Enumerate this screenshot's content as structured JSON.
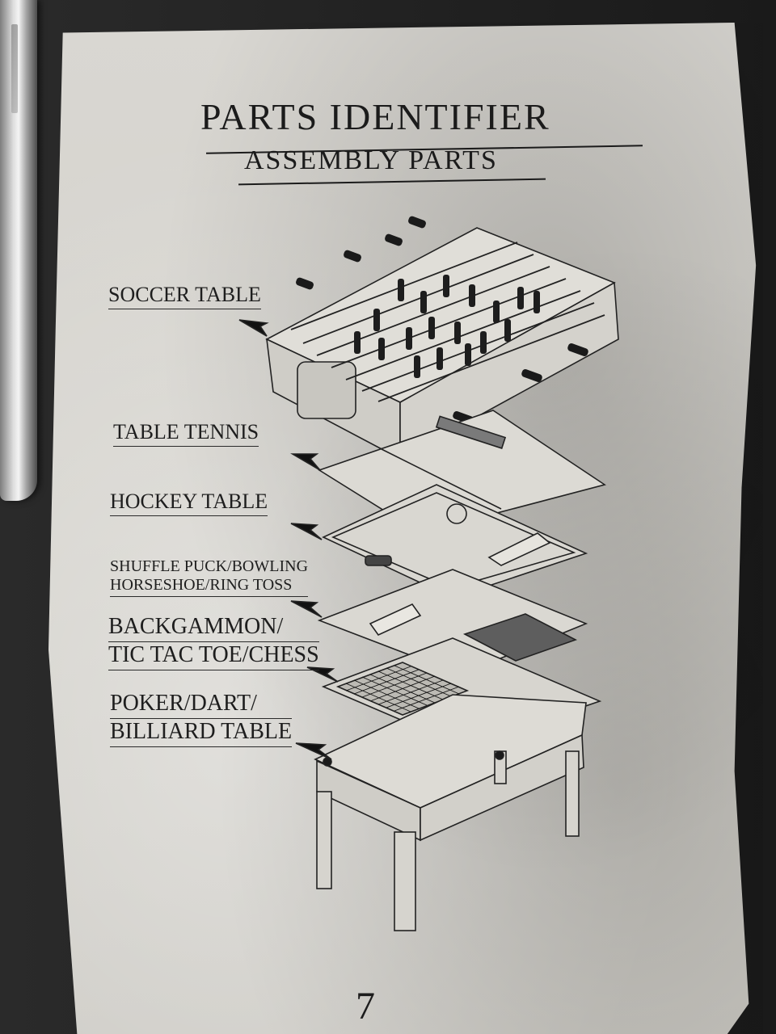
{
  "document": {
    "title": "PARTS IDENTIFIER",
    "subtitle": "ASSEMBLY PARTS",
    "page_number": "7"
  },
  "labels": {
    "soccer": "SOCCER TABLE",
    "tennis": "TABLE TENNIS",
    "hockey": "HOCKEY TABLE",
    "shuffle_line1": "SHUFFLE PUCK/BOWLING",
    "shuffle_line2": "HORSESHOE/RING TOSS",
    "backgammon_line1": "BACKGAMMON/",
    "backgammon_line2": "TIC TAC TOE/CHESS",
    "poker_line1": "POKER/DART/",
    "poker_line2": "BILLIARD TABLE"
  },
  "colors": {
    "ink": "#1b1b1b",
    "paper": "#d6d4ce"
  }
}
